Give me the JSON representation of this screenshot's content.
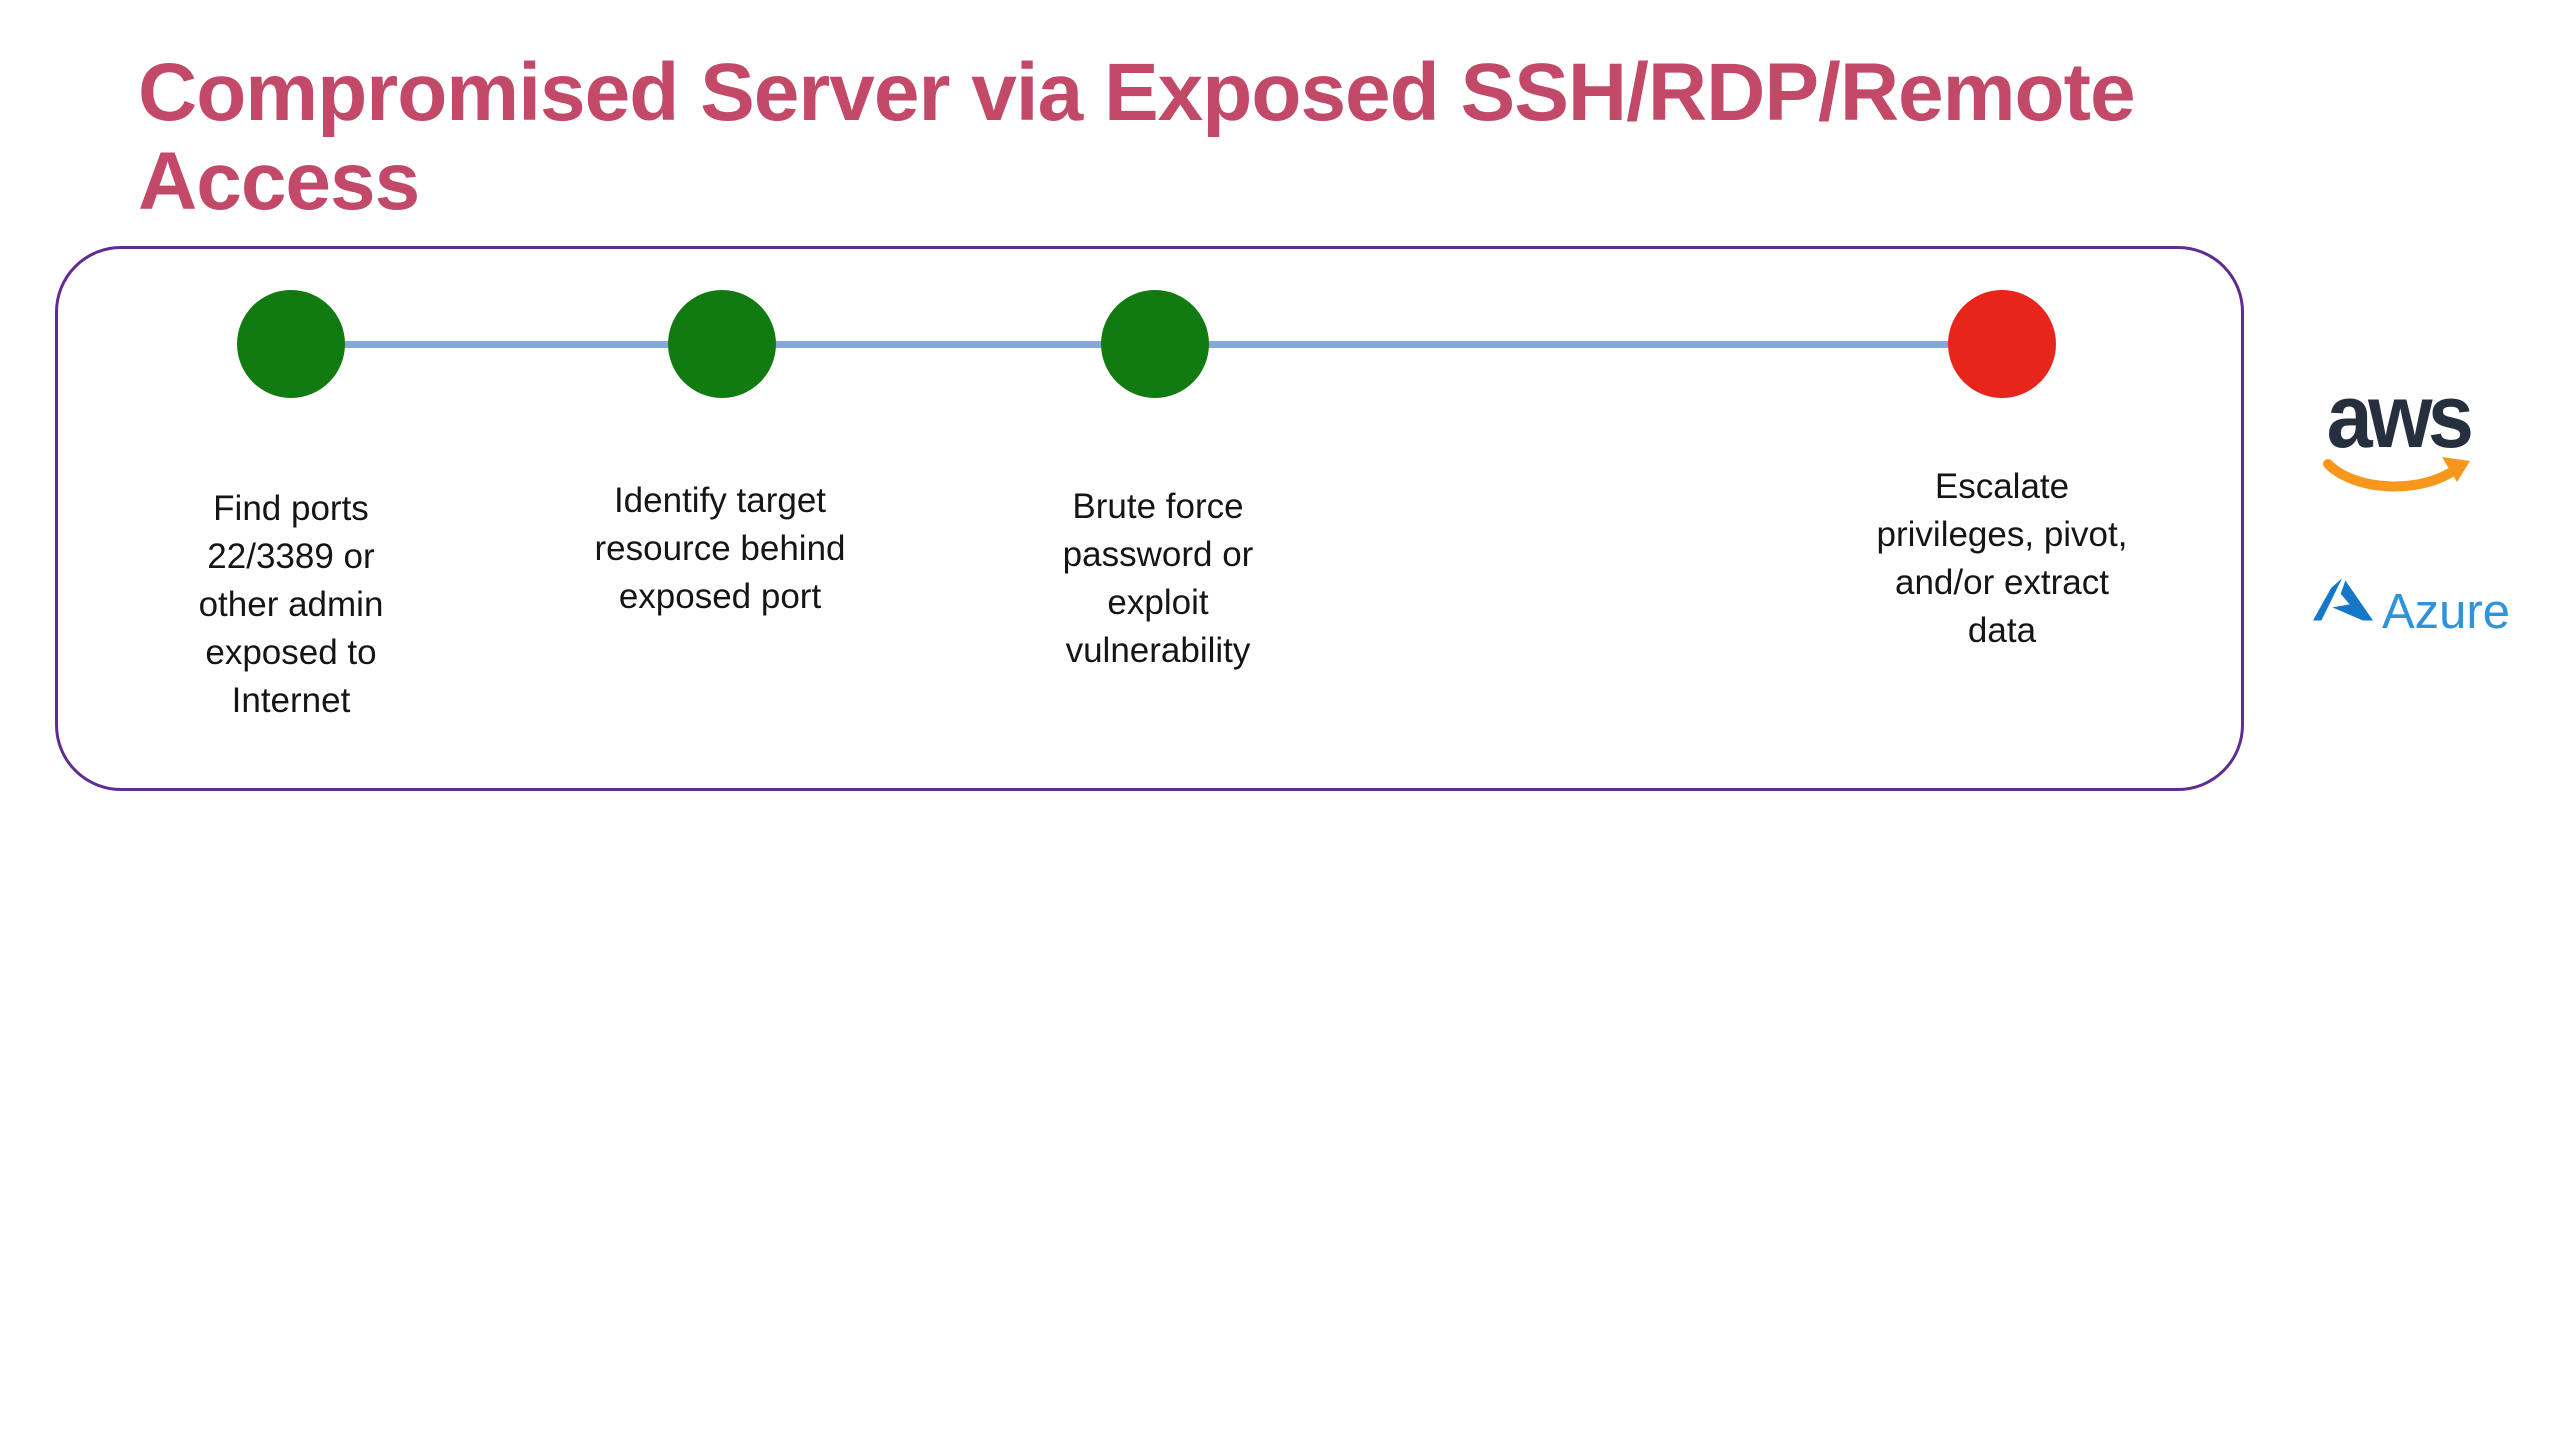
{
  "slide": {
    "title": "Compromised Server via Exposed SSH/RDP/Remote\nAccess",
    "title_color": "#C24A68",
    "background_color": "#FFFFFF"
  },
  "timeline": {
    "panel_border_color": "#5F2D8F",
    "connector_color": "#84A9D9",
    "step_dot_green": "#117B11",
    "step_dot_red": "#E8251B",
    "steps": [
      {
        "name": "find-ports",
        "dot_color": "#117B11",
        "label": "Find ports\n22/3389 or\nother admin\nexposed to\nInternet"
      },
      {
        "name": "identify-target",
        "dot_color": "#117B11",
        "label": "Identify target\nresource behind\nexposed port"
      },
      {
        "name": "brute-force",
        "dot_color": "#117B11",
        "label": "Brute force\npassword or\nexploit\nvulnerability"
      },
      {
        "name": "escalate",
        "dot_color": "#E8251B",
        "label": "Escalate\nprivileges, pivot,\nand/or extract\ndata"
      }
    ]
  },
  "logos": {
    "aws": {
      "text": "aws",
      "text_color": "#252F3E",
      "smile_color": "#F7981D"
    },
    "azure": {
      "text": "Azure",
      "text_color": "#2E93D8",
      "icon_color": "#1677C6"
    }
  }
}
